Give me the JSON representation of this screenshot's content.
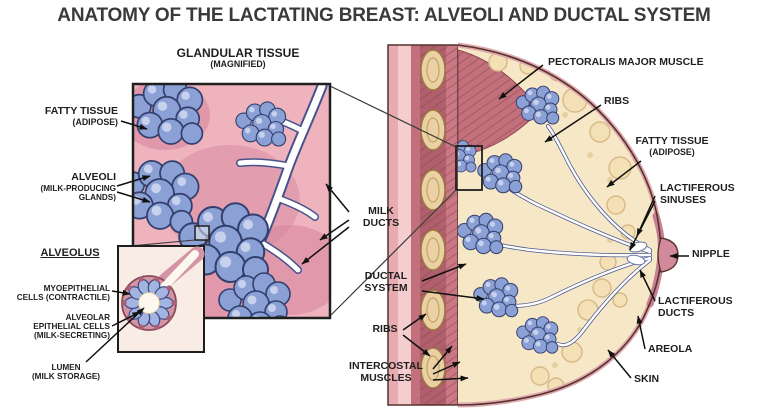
{
  "title": "ANATOMY OF THE LACTATING BREAST: ALVEOLI AND DUCTAL SYSTEM",
  "palette": {
    "alveoli_blue": "#8ba0d4",
    "alveoli_outline": "#333f6e",
    "tissue_pink": "#eeb3bd",
    "muscle_red": "#c2707b",
    "fat_cream": "#f6e8c6",
    "rib_tan": "#ead0a2",
    "duct_white": "#ffffff",
    "label_text": "#1f1f1f",
    "background": "#ffffff"
  },
  "magnified_view": {
    "heading": {
      "main": "GLANDULAR TISSUE",
      "sub": "(MAGNIFIED)"
    },
    "fatty_tissue": {
      "main": "FATTY TISSUE",
      "sub": "(ADIPOSE)"
    },
    "alveoli": {
      "main": "ALVEOLI",
      "sub1": "(MILK-PRODUCING",
      "sub2": "GLANDS)"
    },
    "milk_ducts": {
      "line1": "MILK",
      "line2": "DUCTS"
    }
  },
  "alveolus_inset": {
    "heading": "ALVEOLUS",
    "myoepithelial": {
      "line1": "MYOEPITHELIAL",
      "line2": "CELLS (CONTRACTILE)"
    },
    "epithelial": {
      "line1": "ALVEOLAR",
      "line2": "EPITHELIAL CELLS",
      "line3": "(MILK-SECRETING)"
    },
    "lumen": {
      "line1": "LUMEN",
      "line2": "(MILK STORAGE)"
    }
  },
  "cross_section": {
    "pectoralis": "PECTORALIS MAJOR MUSCLE",
    "ribs_top": "RIBS",
    "fatty_tissue": {
      "main": "FATTY TISSUE",
      "sub": "(ADIPOSE)"
    },
    "lactiferous_sinuses": {
      "line1": "LACTIFEROUS",
      "line2": "SINUSES"
    },
    "nipple": "NIPPLE",
    "lactiferous_ducts": {
      "line1": "LACTIFEROUS",
      "line2": "DUCTS"
    },
    "areola": "AREOLA",
    "skin": "SKIN",
    "ductal_system": {
      "line1": "DUCTAL",
      "line2": "SYSTEM"
    },
    "ribs_bottom": "RIBS",
    "intercostal": {
      "line1": "INTERCOSTAL",
      "line2": "MUSCLES"
    }
  }
}
